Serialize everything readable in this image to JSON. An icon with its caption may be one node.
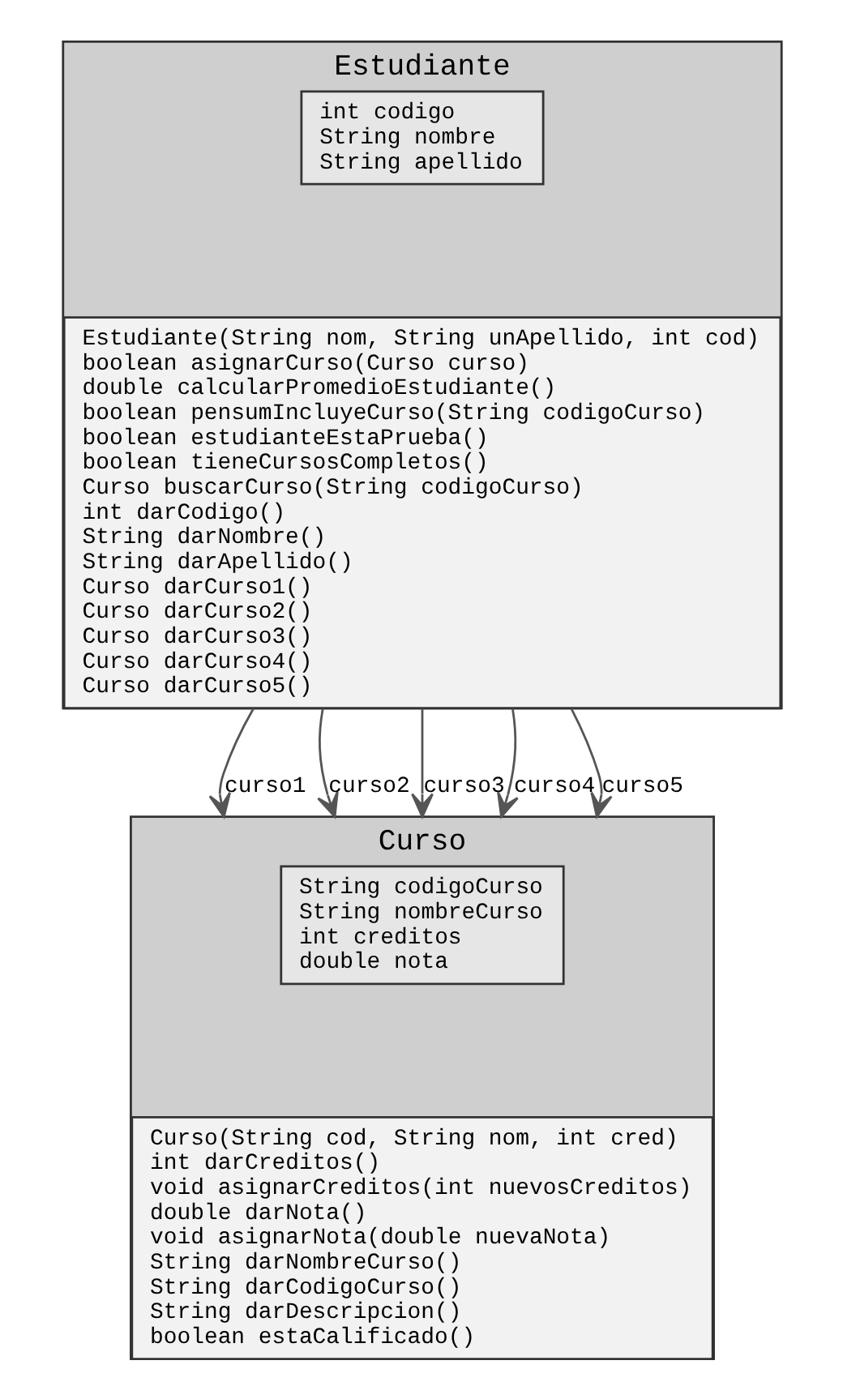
{
  "diagram": {
    "nodes": [
      {
        "text": [
          "Estudiante"
        ]
      },
      {
        "text": [
          "int codigo",
          "String nombre",
          "String apellido"
        ],
        "in": 0
      },
      {
        "text": [
          "Estudiante(String nom, String unApellido, int cod)",
          "boolean asignarCurso(Curso curso)",
          "double calcularPromedioEstudiante()",
          "boolean pensumIncluyeCurso(String codigoCurso)",
          "boolean estudianteEstaPrueba()",
          "boolean tieneCursosCompletos()",
          "Curso buscarCurso(String codigoCurso)",
          "int darCodigo()",
          "String darNombre()",
          "String darApellido()",
          "Curso darCurso1()",
          "Curso darCurso2()",
          "Curso darCurso3()",
          "Curso darCurso4()",
          "Curso darCurso5()"
        ],
        "in": 0
      },
      {
        "text": [
          "Curso"
        ]
      },
      {
        "text": [
          "String codigoCurso",
          "String nombreCurso",
          "int creditos",
          "double nota"
        ],
        "in": 3
      },
      {
        "text": [
          "Curso(String cod, String nom, int cred)",
          "int darCreditos()",
          "void asignarCreditos(int nuevosCreditos)",
          "double darNota()",
          "void asignarNota(double nuevaNota)",
          "String darNombreCurso()",
          "String darCodigoCurso()",
          "String darDescripcion()",
          "boolean estaCalificado()"
        ],
        "in": 3
      }
    ],
    "edges": [
      {
        "from": 0,
        "to": 3,
        "arrow": "to",
        "label": "curso1"
      },
      {
        "from": 0,
        "to": 3,
        "arrow": "to",
        "label": "curso2"
      },
      {
        "from": 0,
        "to": 3,
        "arrow": "to",
        "label": "curso3"
      },
      {
        "from": 0,
        "to": 3,
        "arrow": "to",
        "label": "curso4"
      },
      {
        "from": 0,
        "to": 3,
        "arrow": "to",
        "label": "curso5"
      }
    ]
  }
}
